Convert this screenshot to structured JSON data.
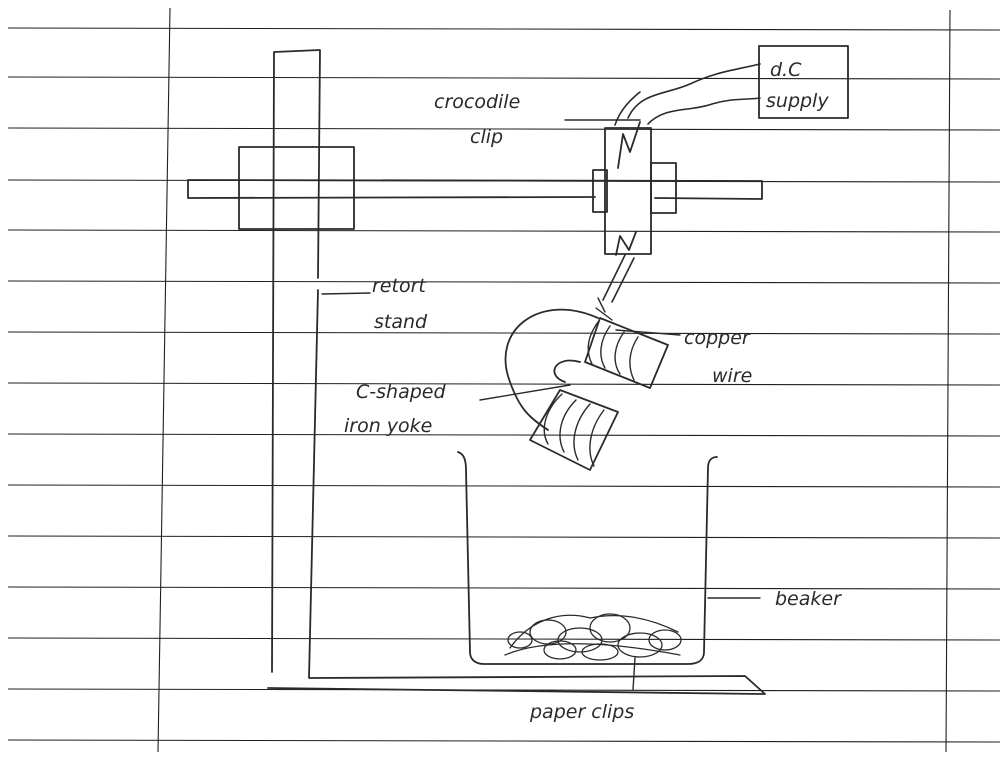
{
  "labels": {
    "dc_supply_line1": "d.C",
    "dc_supply_line2": "supply",
    "crocodile_line1": "crocodile",
    "crocodile_line2": "clip",
    "retort_line1": "retort",
    "retort_line2": "stand",
    "copper_line1": "copper",
    "copper_line2": "wire",
    "yoke_line1": "C-shaped",
    "yoke_line2": "iron yoke",
    "beaker": "beaker",
    "paper_clips": "paper clips"
  },
  "colors": {
    "ink": "#2a2a2a",
    "paper": "#ffffff"
  }
}
